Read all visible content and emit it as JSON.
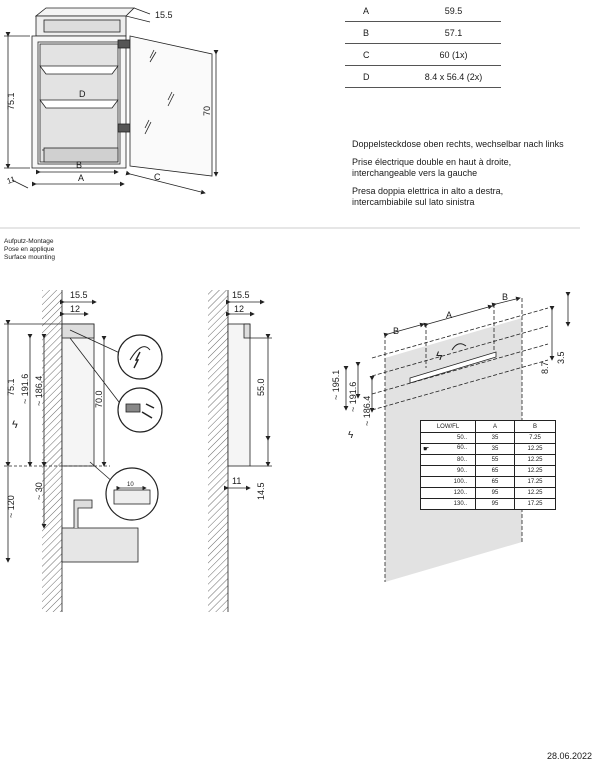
{
  "dimension_table": [
    {
      "key": "A",
      "value": "59.5"
    },
    {
      "key": "B",
      "value": "57.1"
    },
    {
      "key": "C",
      "value": "60 (1x)"
    },
    {
      "key": "D",
      "value": "8.4 x 56.4 (2x)"
    }
  ],
  "socket_notes": [
    "Doppelsteckdose oben rechts, wechselbar nach links",
    "Prise électrique double en haut à droite,",
    "interchangeable vers la gauche",
    "Presa doppia elettrica in alto a destra,",
    "intercambiabile sul lato sinistra"
  ],
  "mounting_labels": [
    "Aufputz-Montage",
    "Pose en applique",
    "Surface mounting"
  ],
  "top_drawing": {
    "depth": "15.5",
    "height": "75.1",
    "door_height": "70",
    "frame": "11",
    "labels": [
      "A",
      "B",
      "C",
      "D"
    ]
  },
  "front_section": {
    "d1": "15.5",
    "d2": "12",
    "h1": "75.1",
    "h2": "~ 191.6",
    "h3": "~ 186.4",
    "h4": "70.0",
    "h5": "~ 120",
    "h6": "~ 30",
    "detail": "10"
  },
  "side_section": {
    "d1": "15.5",
    "d2": "12",
    "h1": "55.0",
    "h2": "14.5",
    "w": "11"
  },
  "wall_view": {
    "a": "A",
    "b": "B",
    "h1": "~ 195.1",
    "h2": "~ 191.6",
    "h3": "~ 186.4",
    "r1": "8.7",
    "r2": "3.5"
  },
  "low_table": {
    "headers": [
      "LOW/FL",
      "A",
      "B"
    ],
    "rows": [
      [
        "50..",
        "35",
        "7.25"
      ],
      [
        "60..",
        "35",
        "12.25"
      ],
      [
        "80..",
        "55",
        "12.25"
      ],
      [
        "90..",
        "65",
        "12.25"
      ],
      [
        "100..",
        "65",
        "17.25"
      ],
      [
        "120..",
        "95",
        "12.25"
      ],
      [
        "130..",
        "95",
        "17.25"
      ]
    ]
  },
  "date": "28.06.2022"
}
